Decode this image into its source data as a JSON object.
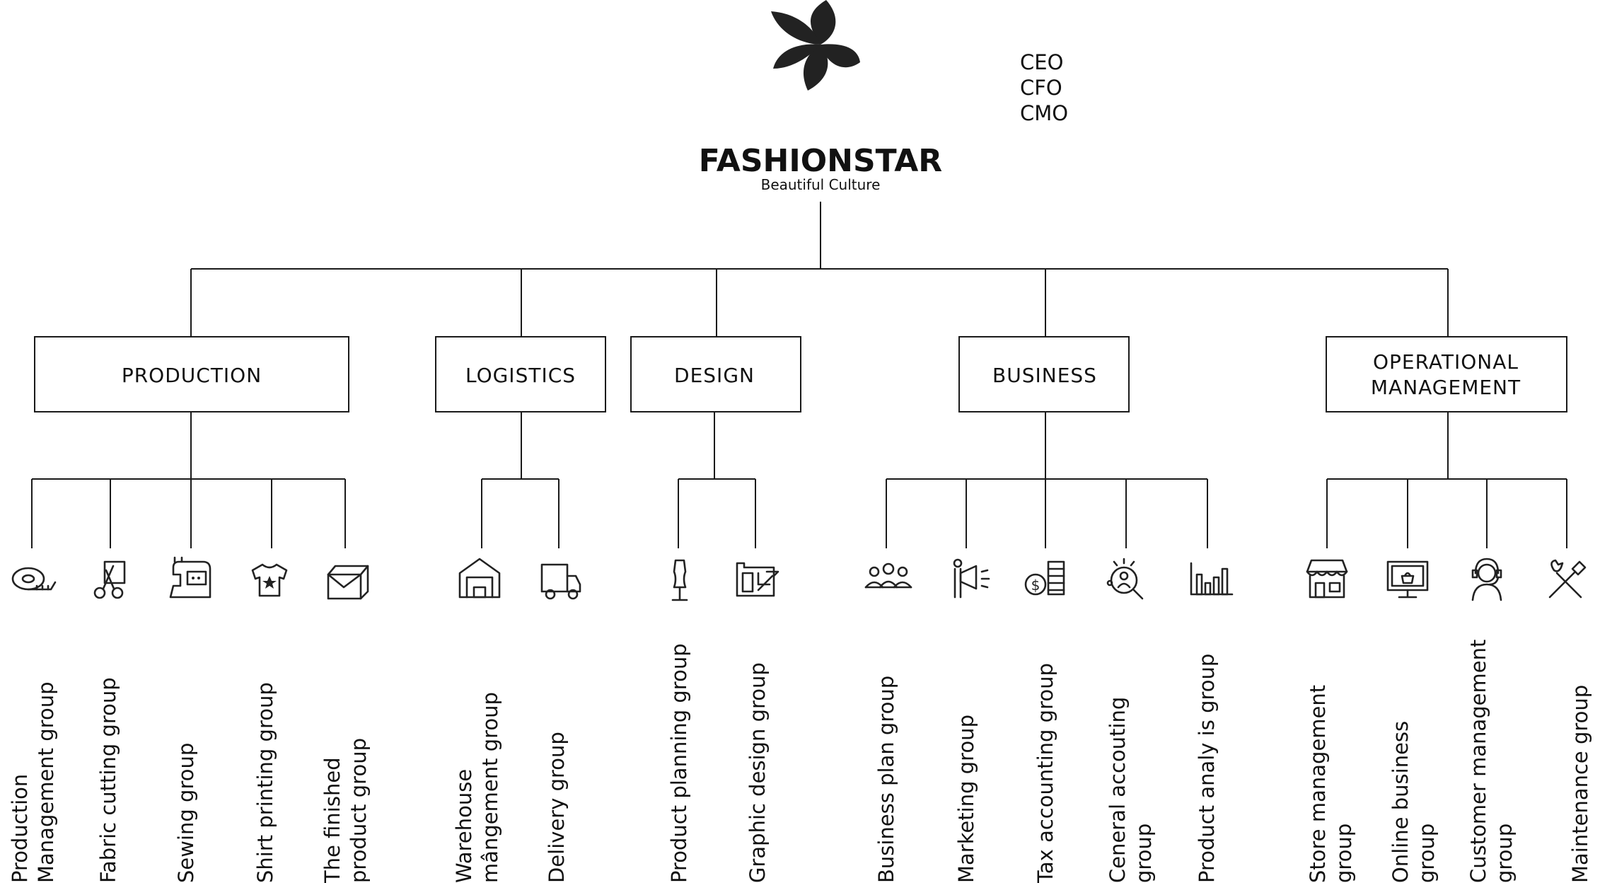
{
  "brand": {
    "name": "FASHIONSTAR",
    "tagline": "Beautiful Culture",
    "logo_icon": "flower-logo-icon"
  },
  "executives": [
    "CEO",
    "CFO",
    "CMO"
  ],
  "departments": [
    {
      "id": "production",
      "label_lines": [
        "PRODUCTION"
      ],
      "groups": [
        {
          "label_lines": [
            "Production",
            "Management group"
          ],
          "icon": "measuring-tape-icon"
        },
        {
          "label_lines": [
            "Fabric cutting group"
          ],
          "icon": "scissors-icon"
        },
        {
          "label_lines": [
            "Sewing group"
          ],
          "icon": "sewing-machine-icon"
        },
        {
          "label_lines": [
            "Shirt printing group"
          ],
          "icon": "tshirt-icon"
        },
        {
          "label_lines": [
            "The finished",
            "product group"
          ],
          "icon": "box-icon"
        }
      ]
    },
    {
      "id": "logistics",
      "label_lines": [
        "LOGISTICS"
      ],
      "groups": [
        {
          "label_lines": [
            "Warehouse",
            "mângement group"
          ],
          "icon": "warehouse-icon"
        },
        {
          "label_lines": [
            "Delivery group"
          ],
          "icon": "truck-icon"
        }
      ]
    },
    {
      "id": "design",
      "label_lines": [
        "DESIGN"
      ],
      "groups": [
        {
          "label_lines": [
            "Product planning group"
          ],
          "icon": "mannequin-icon"
        },
        {
          "label_lines": [
            "Graphic design group"
          ],
          "icon": "blueprint-icon"
        }
      ]
    },
    {
      "id": "business",
      "label_lines": [
        "BUSINESS"
      ],
      "groups": [
        {
          "label_lines": [
            "Business plan group"
          ],
          "icon": "team-icon"
        },
        {
          "label_lines": [
            "Marketing group"
          ],
          "icon": "megaphone-icon"
        },
        {
          "label_lines": [
            "Tax accounting group"
          ],
          "icon": "dollar-coin-icon"
        },
        {
          "label_lines": [
            "Ceneral accouting",
            "group"
          ],
          "icon": "magnifier-analysis-icon"
        },
        {
          "label_lines": [
            "Product analy is group"
          ],
          "icon": "bar-chart-icon"
        }
      ]
    },
    {
      "id": "operational-management",
      "label_lines": [
        "OPERATIONAL",
        "MANAGEMENT"
      ],
      "groups": [
        {
          "label_lines": [
            "Store management",
            "group"
          ],
          "icon": "store-icon"
        },
        {
          "label_lines": [
            "Online business",
            "group"
          ],
          "icon": "monitor-shop-icon"
        },
        {
          "label_lines": [
            "Customer management",
            "group"
          ],
          "icon": "headset-agent-icon"
        },
        {
          "label_lines": [
            "Maintenance group"
          ],
          "icon": "tools-icon"
        }
      ]
    }
  ]
}
